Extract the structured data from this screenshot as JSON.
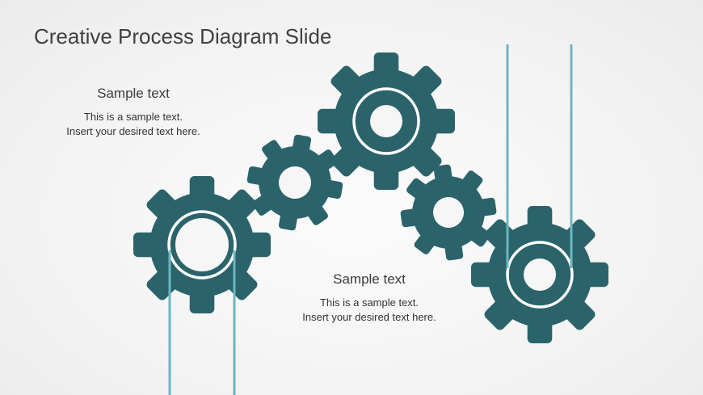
{
  "title": "Creative Process Diagram Slide",
  "blocks": [
    {
      "heading": "Sample text",
      "line1": "This is a sample text.",
      "line2": "Insert your desired text here."
    },
    {
      "heading": "Sample text",
      "line1": "This is a sample text.",
      "line2": "Insert your desired text here."
    }
  ],
  "colors": {
    "gear": "#2b636b",
    "line": "#6cb6c0",
    "hole": "#f6f6f6"
  }
}
